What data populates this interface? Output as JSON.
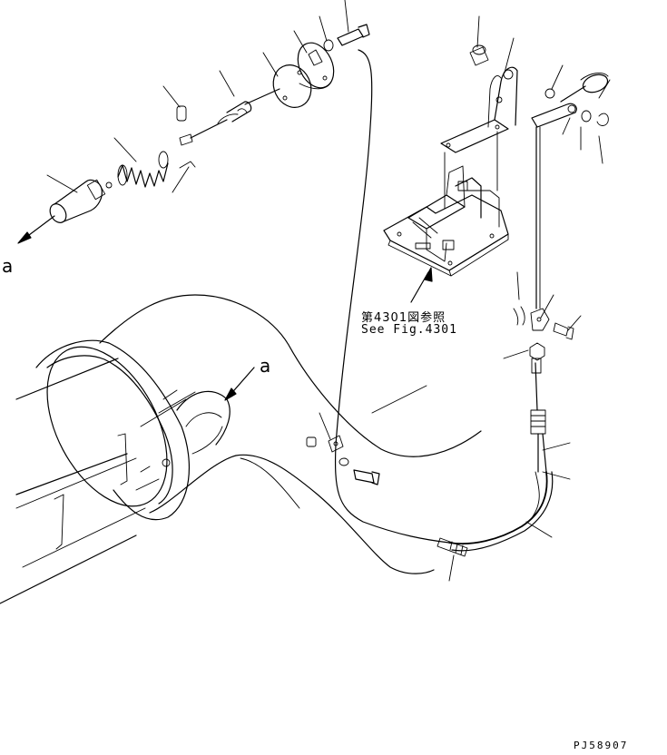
{
  "reference": {
    "japanese": "第4301図参照",
    "english": "See Fig.4301"
  },
  "view_markers": {
    "left": "a",
    "center": "a"
  },
  "drawing_code": "PJ58907"
}
